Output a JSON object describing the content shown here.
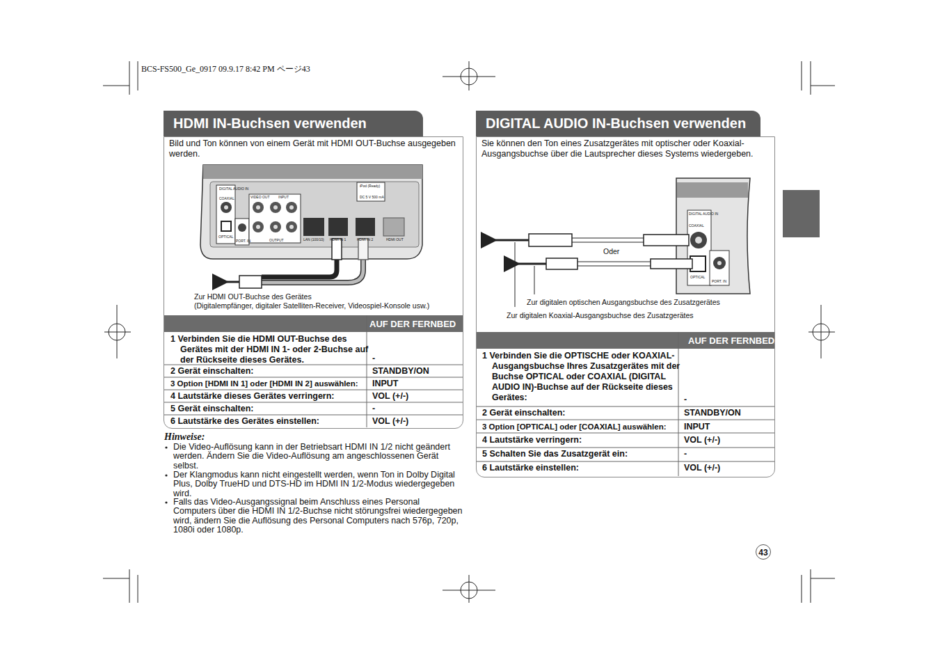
{
  "diagram": {
    "nodes": [
      {
        "text": [
          "HDMI IN-Buchsen verwenden",
          "Bild und Ton können von einem Gerät mit HDMI OUT-Buchse ausgegeben werden."
        ]
      },
      {
        "text": [
          "DIGITAL AUDIO IN-Buchsen verwenden",
          "Sie können den Ton eines Zusatzgerätes mit optischer oder Koaxial-Ausgangsbuchse über die Lautsprecher dieses Systems wiedergeben."
        ]
      }
    ],
    "labels": [
      "BCS-FS500_Ge_0917  09.9.17  8:42 PM  ページ43",
      "DIGITAL AUDIO IN",
      "COAXIAL",
      "OPTICAL",
      "PORT. IN",
      "VIDEO OUT",
      "INPUT",
      "OUTPUT",
      "LAN (100/10)",
      "HDMI IN 1",
      "HDMI IN 2",
      "HDMI OUT",
      "iPod (Ready)",
      "DC 5 V 500 mA",
      "Zur HDMI OUT-Buchse des Gerätes",
      "(Digitalempfänger, digitaler Satelliten-Receiver, Videospiel-Konsole usw.)",
      "AUF DER FERNBED",
      "1 Verbinden Sie die HDMI OUT-Buchse des Gerätes mit der HDMI IN 1- oder 2-Buchse auf der Rückseite dieses Gerätes.",
      "-",
      "2 Gerät einschalten:",
      "STANDBY/ON",
      "3 Option [HDMI IN 1] oder [HDMI IN 2] auswählen:",
      "INPUT",
      "4 Lautstärke dieses Gerätes verringern:",
      "VOL (+/-)",
      "5 Gerät einschalten:",
      "-",
      "6  Lautstärke des Gerätes einstellen:",
      "VOL (+/-)",
      "Hinweise:",
      "Die Video-Auflösung kann in der Betriebsart HDMI IN 1/2 nicht geändert werden. Ändern Sie die Video-Auflösung am angeschlossenen Gerät selbst.",
      "Der Klangmodus kann nicht eingestellt werden, wenn Ton in Dolby Digital Plus, Dolby TrueHD und DTS-HD im HDMI IN 1/2-Modus wiedergegeben wird.",
      "Falls das Video-Ausgangssignal beim Anschluss eines Personal Computers über die HDMI IN 1/2-Buchse nicht störungsfrei wiedergegeben wird, ändern Sie die Auflösung des Personal Computers nach 576p, 720p, 1080i oder 1080p.",
      "DIGITAL AUDIO IN",
      "COAXIAL",
      "OPTICAL",
      "PORT. IN",
      "Oder",
      "Zur digitalen optischen Ausgangsbuchse des Zusatzgerätes",
      "Zur digitalen Koaxial-Ausgangsbuchse des Zusatzgerätes",
      "AUF DER FERNBED.",
      "1 Verbinden Sie die OPTISCHE oder KOAXIAL-Ausgangsbuchse Ihres Zusatzgerätes mit der Buchse OPTICAL oder COAXIAL (DIGITAL AUDIO IN)-Buchse auf der Rückseite dieses Gerätes:",
      "-",
      "2 Gerät einschalten:",
      "STANDBY/ON",
      "3 Option [OPTICAL] oder [COAXIAL] auswählen:",
      "INPUT",
      "4 Lautstärke verringern:",
      "VOL (+/-)",
      "5 Schalten Sie das Zusatzgerät ein:",
      "-",
      "6 Lautstärke einstellen:",
      "VOL (+/-)",
      "43"
    ]
  }
}
